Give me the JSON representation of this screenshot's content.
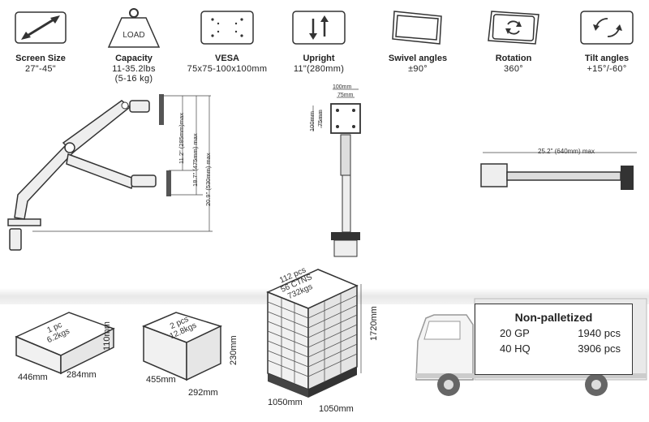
{
  "specs": [
    {
      "name": "Screen Size",
      "value": "27\"-45\"",
      "icon": "diagonal-arrow-icon"
    },
    {
      "name": "Capacity",
      "value": "11-35.2lbs",
      "value2": "(5-16 kg)",
      "icon": "weight-icon",
      "icon_text": "LOAD"
    },
    {
      "name": "VESA",
      "value": "75x75-100x100mm",
      "icon": "vesa-icon"
    },
    {
      "name": "Upright",
      "value": "11\"(280mm)",
      "icon": "upright-arrows-icon"
    },
    {
      "name": "Swivel angles",
      "value": "±90°",
      "icon": "swivel-icon"
    },
    {
      "name": "Rotation",
      "value": "360°",
      "icon": "rotation-icon"
    },
    {
      "name": "Tilt angles",
      "value": "+15°/-60°",
      "icon": "tilt-icon"
    }
  ],
  "side_dims": [
    "11.2\" (285mm)max",
    "18.7\" (475mm) max",
    "20.9\" (530mm) max"
  ],
  "front_dims": {
    "w100": "100mm",
    "w75": "75mm",
    "h100": "100mm",
    "h75": "75mm"
  },
  "top_dim": "25.2\" (640mm) max",
  "box1": {
    "text1": "1 pc",
    "text2": "6.2kgs",
    "w": "446mm",
    "d": "284mm",
    "h": "110mm"
  },
  "box2": {
    "text1": "2 pcs",
    "text2": "12.8kgs",
    "w": "455mm",
    "d": "292mm",
    "h": "230mm"
  },
  "pallet": {
    "text1": "112 pcs",
    "text2": "56 CTNS",
    "text3": "732kgs",
    "w": "1050mm",
    "d": "1050mm",
    "h": "1720mm"
  },
  "nonpalletized": {
    "title": "Non-palletized",
    "rows": [
      {
        "label": "20 GP",
        "value": "1940 pcs"
      },
      {
        "label": "40 HQ",
        "value": "3906 pcs"
      }
    ]
  }
}
